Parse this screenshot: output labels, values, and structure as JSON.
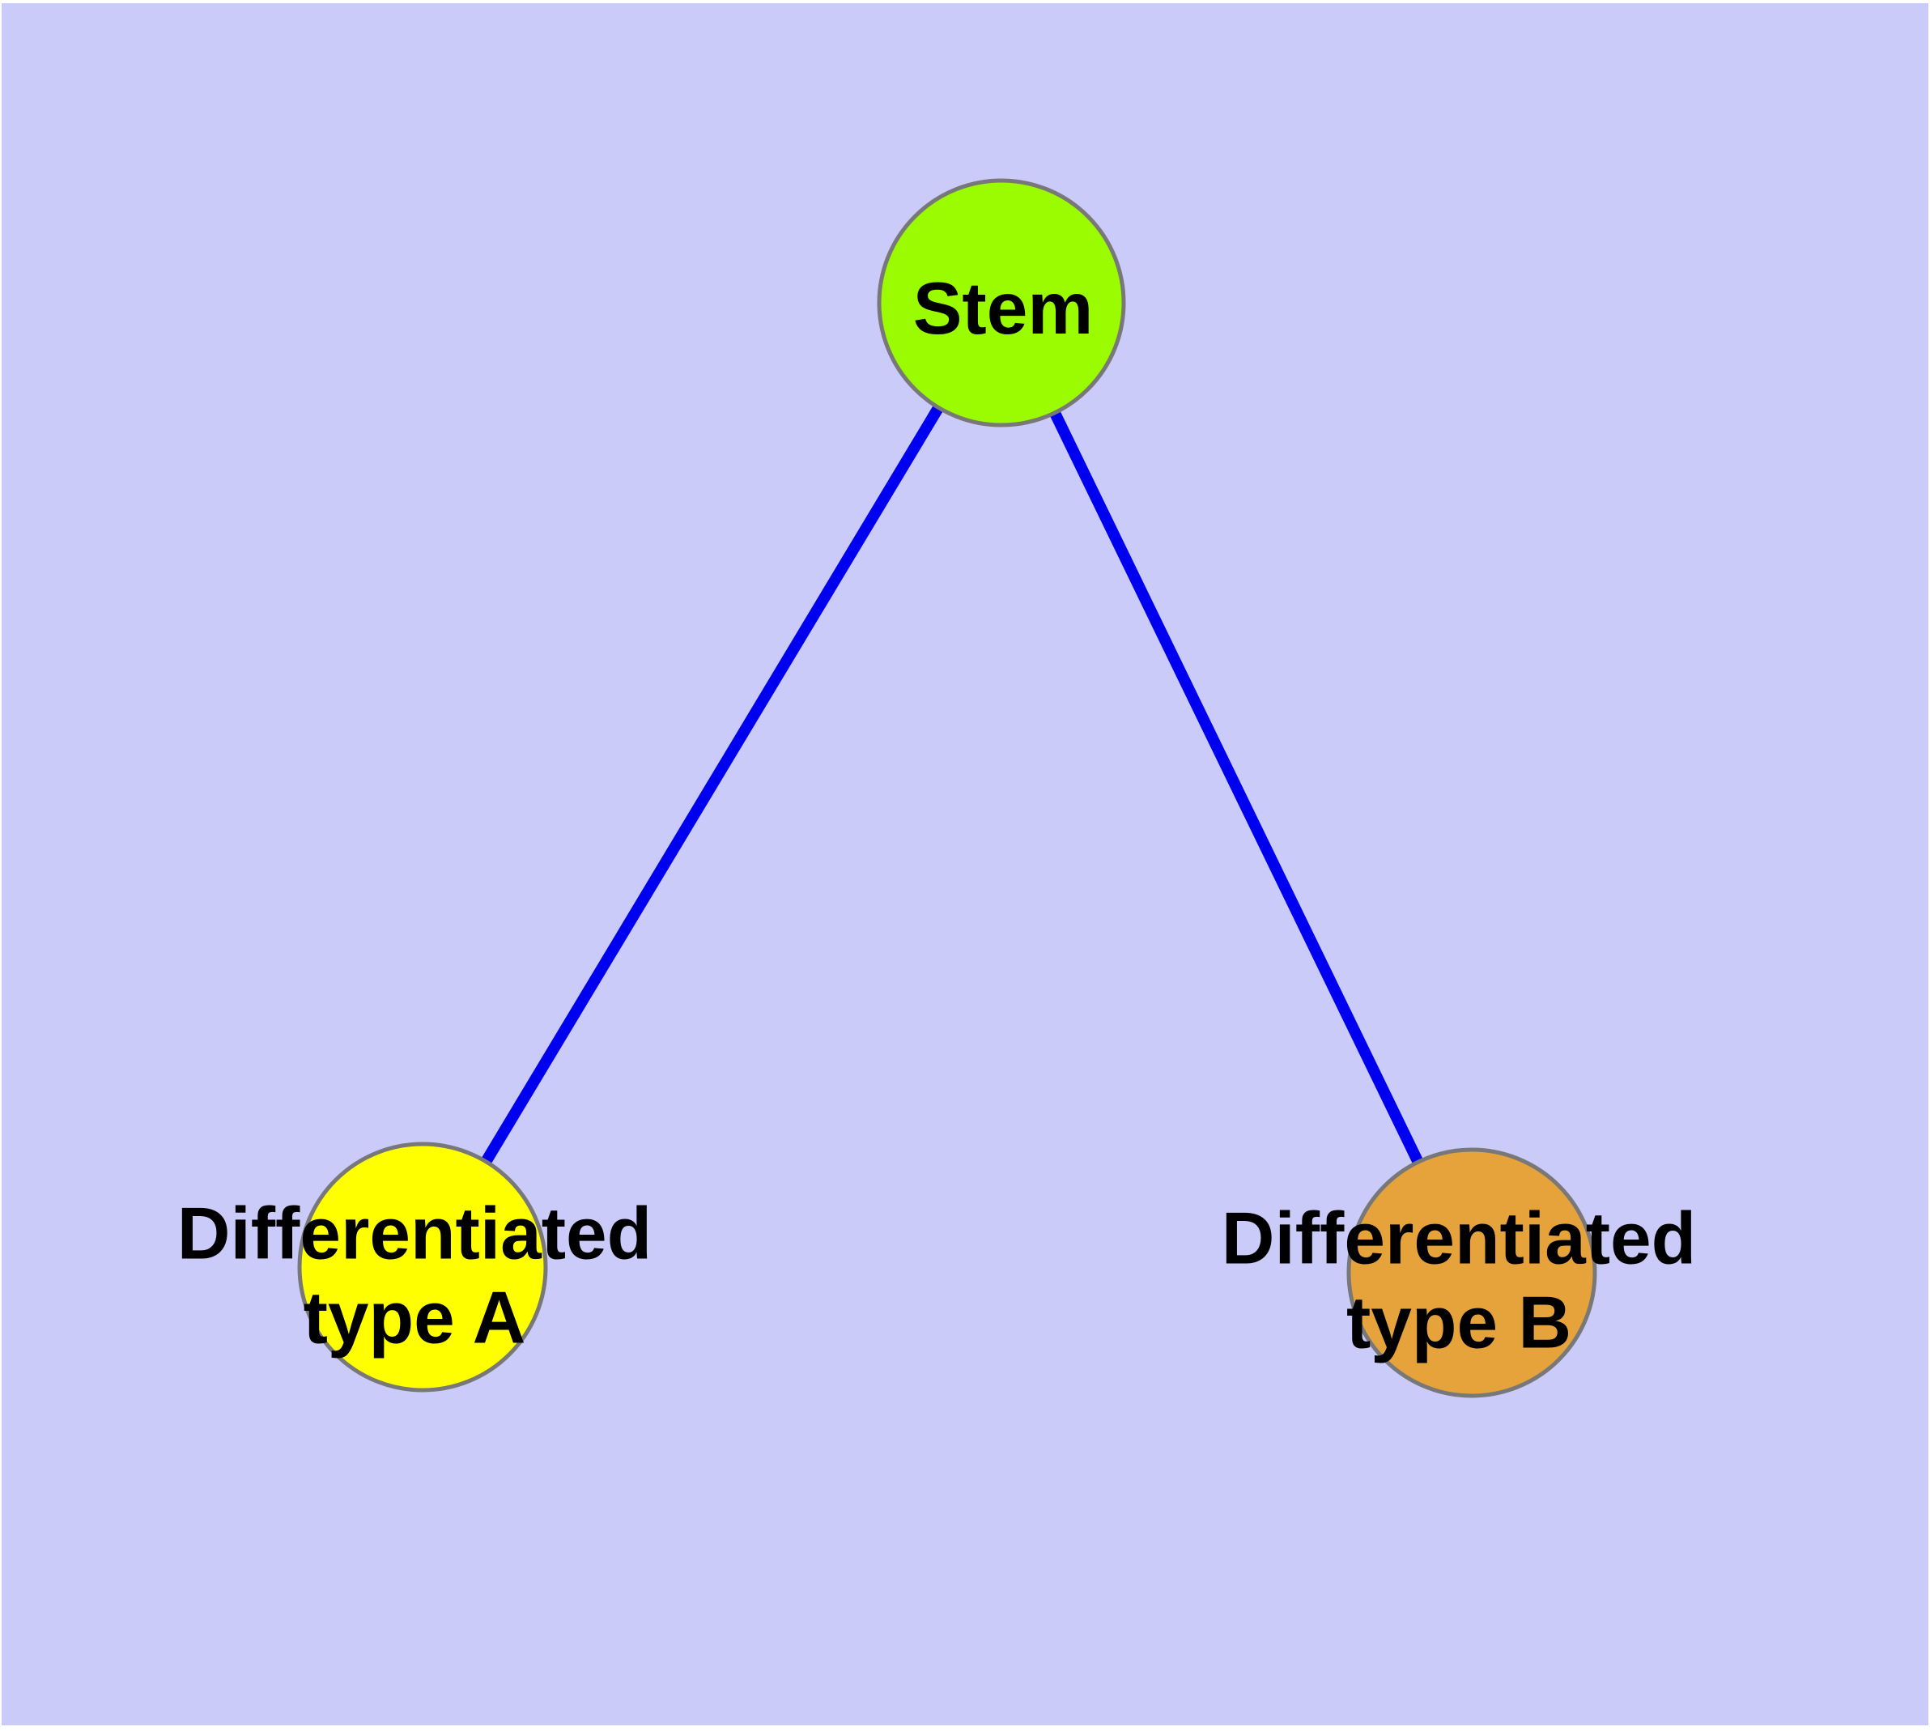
{
  "figure": {
    "type": "graph-diagram",
    "description": "Stem cell differentiation graph: one stem node linked to two differentiated cell type nodes",
    "background_color": "#cbcbf9",
    "edge_color": "#0000f0",
    "node_border_color": "#787878",
    "label_color": "#000000",
    "nodes": [
      {
        "id": "stem",
        "label": "Stem",
        "fill": "#9bfb00"
      },
      {
        "id": "type-a",
        "label": "Differentiated\ntype A",
        "fill": "#ffff00"
      },
      {
        "id": "type-b",
        "label": "Differentiated\ntype B",
        "fill": "#e6a33c"
      }
    ],
    "edges": [
      {
        "from": "Stem",
        "to": "Differentiated type A"
      },
      {
        "from": "Stem",
        "to": "Differentiated type B"
      }
    ]
  }
}
